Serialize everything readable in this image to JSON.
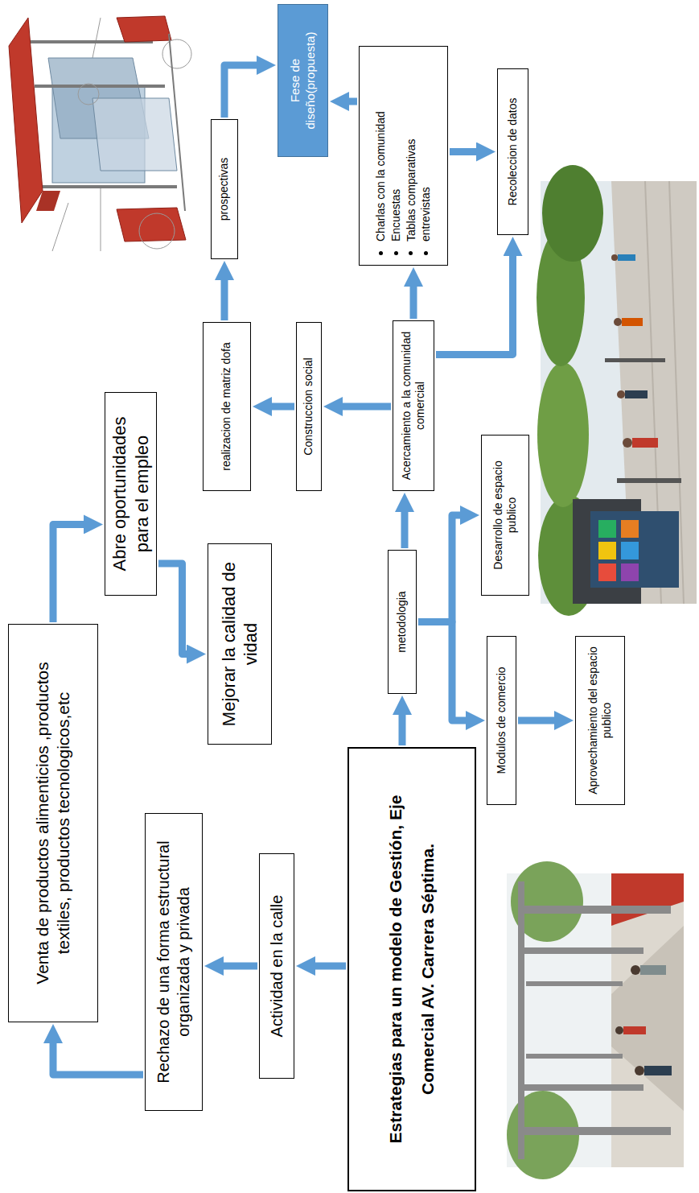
{
  "diagram": {
    "nodes": [
      {
        "text": [
          "Estrategias para un modelo de Gestión, Eje Comercial AV. Carrera Séptima."
        ]
      },
      {
        "text": [
          "Actividad en la calle"
        ]
      },
      {
        "text": [
          "Rechazo de una forma estructural organizada y privada"
        ]
      },
      {
        "text": [
          "Venta de productos alimenticios ,productos textiles, productos tecnologicos,etc"
        ]
      },
      {
        "text": [
          "Abre oportunidades para el empleo"
        ]
      },
      {
        "text": [
          "Mejorar la calidad de vidad"
        ]
      },
      {
        "text": [
          "metodologia"
        ]
      },
      {
        "text": [
          "Acercamiento a la comunidad comercial"
        ]
      },
      {
        "text": [
          "Construccion social"
        ]
      },
      {
        "text": [
          "realizacion de matriz dofa"
        ]
      },
      {
        "text": [
          "prospectivas"
        ]
      },
      {
        "text": [
          "Fese de diseño(propuesta)"
        ]
      },
      {
        "text": [
          "Charlas con la comunidad",
          "Encuestas",
          "Tablas comparativas",
          "entrevistas"
        ]
      },
      {
        "text": [
          "Recoleccion de datos"
        ]
      },
      {
        "text": [
          "Desarrollo de espacio publico"
        ]
      },
      {
        "text": [
          "Modulos de comercio"
        ]
      },
      {
        "text": [
          "Aprovechamiento del espacio publico"
        ]
      }
    ],
    "edges": [
      {
        "from": 0,
        "to": 1,
        "arrow": "to"
      },
      {
        "from": 1,
        "to": 2,
        "arrow": "to"
      },
      {
        "from": 2,
        "to": 3,
        "arrow": "to"
      },
      {
        "from": 3,
        "to": 4,
        "arrow": "to"
      },
      {
        "from": 4,
        "to": 5,
        "arrow": "to"
      },
      {
        "from": 0,
        "to": 6,
        "arrow": "to"
      },
      {
        "from": 6,
        "to": 7,
        "arrow": "to"
      },
      {
        "from": 6,
        "to": 15,
        "arrow": "to"
      },
      {
        "from": 6,
        "to": 14,
        "arrow": "to"
      },
      {
        "from": 15,
        "to": 16,
        "arrow": "to"
      },
      {
        "from": 7,
        "to": 8,
        "arrow": "to"
      },
      {
        "from": 8,
        "to": 9,
        "arrow": "to"
      },
      {
        "from": 9,
        "to": 10,
        "arrow": "to"
      },
      {
        "from": 10,
        "to": 11,
        "arrow": "to"
      },
      {
        "from": 7,
        "to": 12,
        "arrow": "to"
      },
      {
        "from": 12,
        "to": 11,
        "arrow": "to"
      },
      {
        "from": 7,
        "to": 13,
        "arrow": "to"
      },
      {
        "from": 12,
        "to": 13,
        "arrow": "to"
      }
    ]
  }
}
